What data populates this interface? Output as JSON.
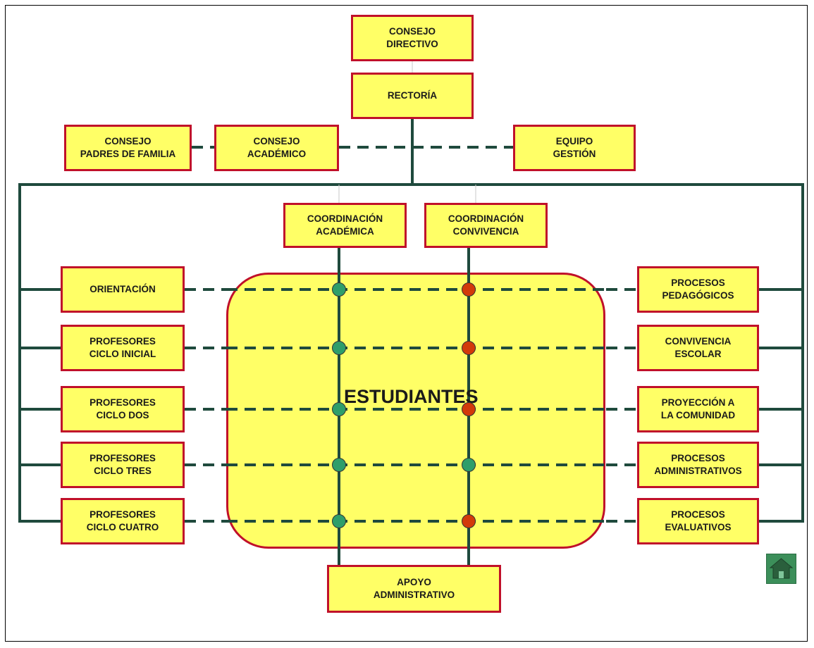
{
  "top": {
    "consejo_directivo": "CONSEJO\nDIRECTIVO",
    "rectoria": "RECTORÍA",
    "consejo_padres": "CONSEJO\nPADRES DE FAMILIA",
    "consejo_academico": "CONSEJO\nACADÉMICO",
    "equipo_gestion": "EQUIPO\nGESTIÓN"
  },
  "coordination": {
    "academica": "COORDINACIÓN\nACADÉMICA",
    "convivencia": "COORDINACIÓN\nCONVIVENCIA"
  },
  "center": {
    "label": "ESTUDIANTES"
  },
  "left_boxes": [
    "ORIENTACIÓN",
    "PROFESORES\nCICLO  INICIAL",
    "PROFESORES\nCICLO DOS",
    "PROFESORES\nCICLO  TRES",
    "PROFESORES\nCICLO  CUATRO"
  ],
  "right_boxes": [
    "PROCESOS\nPEDAGÓGICOS",
    "CONVIVENCIA\nESCOLAR",
    "PROYECCIÓN A\nLA COMUNIDAD",
    "PROCESOS\nADMINISTRATIVOS",
    "PROCESOS\nEVALUATIVOS"
  ],
  "bottom": {
    "apoyo": "APOYO\nADMINISTRATIVO"
  },
  "dots": {
    "academica": [
      "green",
      "green",
      "green",
      "green",
      "green"
    ],
    "convivencia": [
      "red",
      "red",
      "red",
      "green",
      "red"
    ]
  },
  "colors": {
    "box_fill": "#ffff66",
    "box_border": "#c0102a",
    "line": "#1f4a3d",
    "dot_green": "#2e9e6a",
    "dot_red": "#d23a0a"
  },
  "icons": {
    "home": "home-icon"
  }
}
